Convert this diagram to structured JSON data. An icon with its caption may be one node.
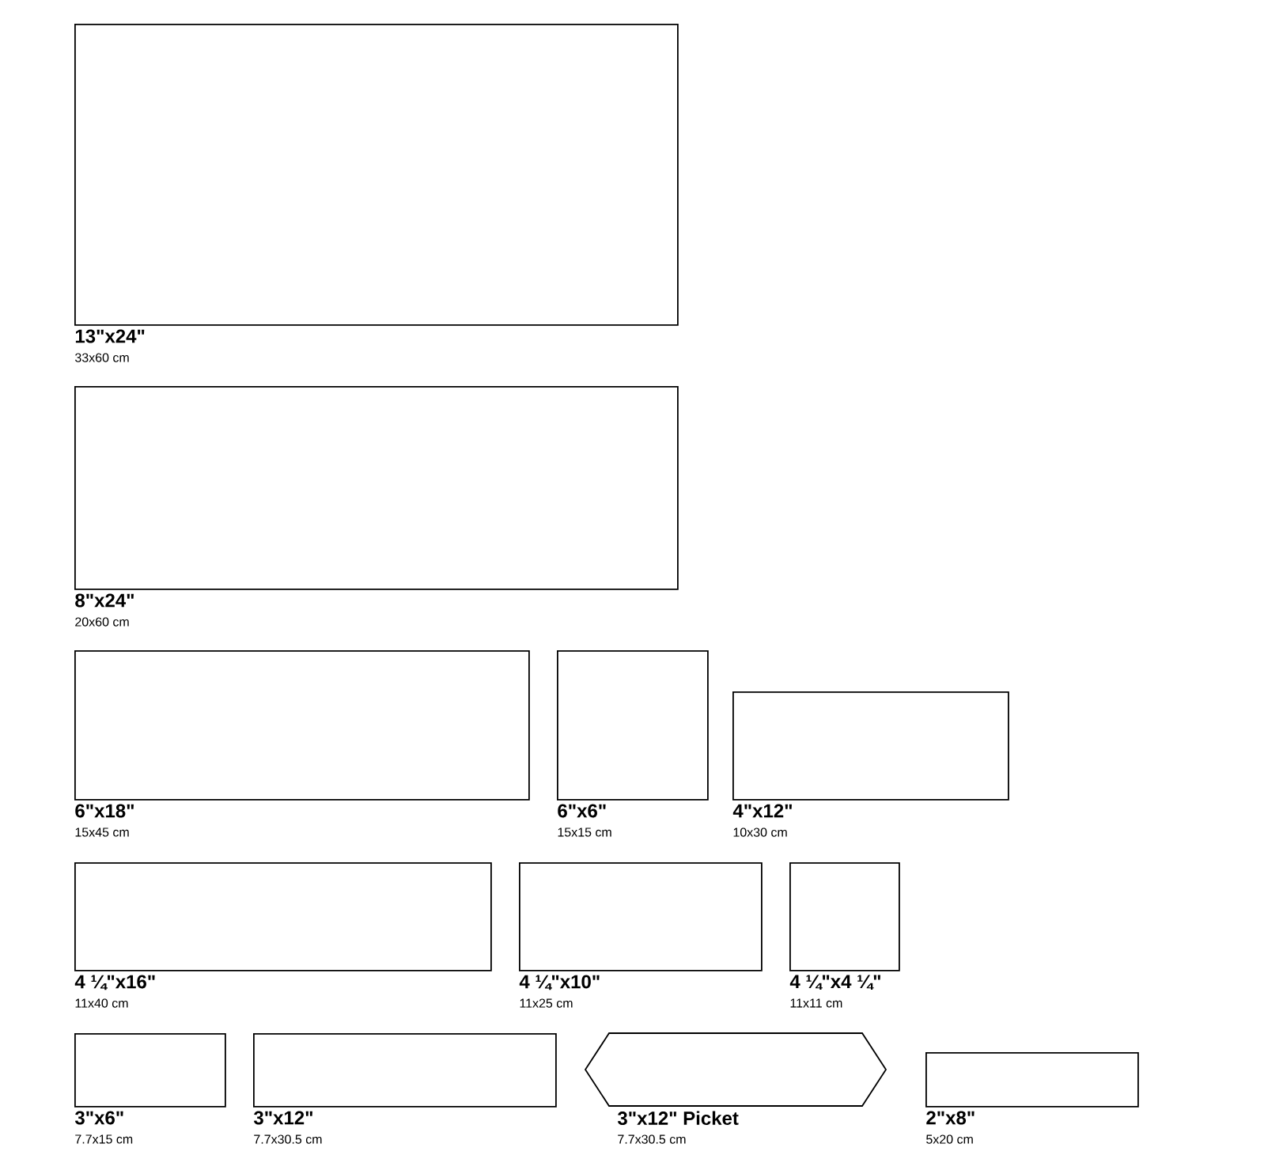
{
  "diagram": {
    "nodes": [
      {
        "text": [
          "13\"x24\"",
          "33x60 cm"
        ]
      },
      {
        "text": [
          "8\"x24\"",
          "20x60 cm"
        ]
      },
      {
        "text": [
          "6\"x18\"",
          "15x45 cm"
        ]
      },
      {
        "text": [
          "6\"x6\"",
          "15x15 cm"
        ]
      },
      {
        "text": [
          "4\"x12\"",
          "10x30 cm"
        ]
      },
      {
        "text": [
          "4 ¼\"x16\"",
          "11x40 cm"
        ]
      },
      {
        "text": [
          "4 ¼\"x10\"",
          "11x25 cm"
        ]
      },
      {
        "text": [
          "4 ¼\"x4 ¼\"",
          "11x11 cm"
        ]
      },
      {
        "text": [
          "3\"x6\"",
          "7.7x15 cm"
        ]
      },
      {
        "text": [
          "3\"x12\"",
          "7.7x30.5 cm"
        ]
      },
      {
        "text": [
          "3\"x12\" Picket",
          "7.7x30.5 cm"
        ]
      },
      {
        "text": [
          "2\"x8\"",
          "5x20 cm"
        ]
      }
    ]
  }
}
